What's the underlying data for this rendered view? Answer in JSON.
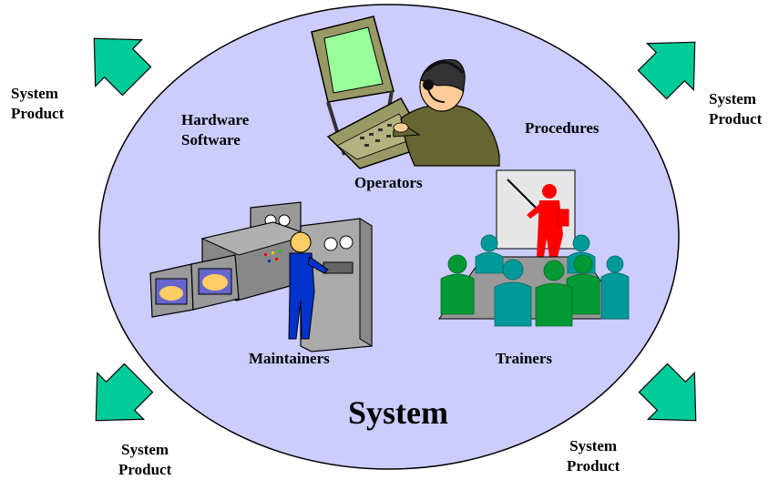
{
  "diagram": {
    "center_label": "System",
    "components": {
      "hardware_line1": "Hardware",
      "hardware_line2": "Software",
      "operators": "Operators",
      "procedures": "Procedures",
      "maintainers": "Maintainers",
      "trainers": "Trainers"
    },
    "outputs": [
      {
        "line1": "System",
        "line2": "Product"
      },
      {
        "line1": "System",
        "line2": "Product"
      },
      {
        "line1": "System",
        "line2": "Product"
      },
      {
        "line1": "System",
        "line2": "Product"
      }
    ],
    "colors": {
      "ellipse_fill": "#ccccff",
      "arrow_fill": "#00cc99",
      "trainer_red": "#ff0000",
      "audience_green": "#009933",
      "audience_teal": "#009999",
      "maintainer_blue": "#0033cc"
    }
  }
}
